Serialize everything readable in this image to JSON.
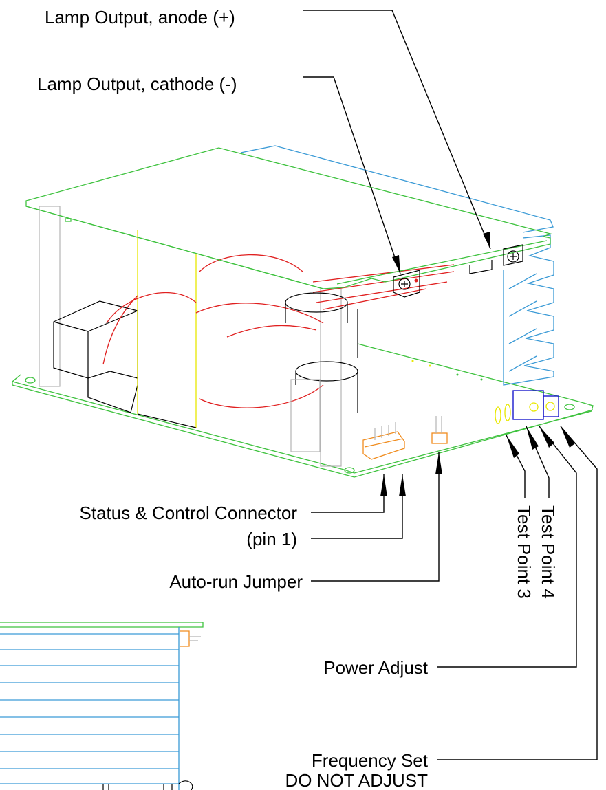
{
  "callouts": {
    "lamp_anode": "Lamp Output, anode (+)",
    "lamp_cathode": "Lamp Output, cathode (-)",
    "status_connector": "Status & Control Connector",
    "pin1": "(pin 1)",
    "autorun": "Auto-run Jumper",
    "test_point_4": "Test Point 4",
    "test_point_3": "Test Point 3",
    "power_adjust": "Power Adjust",
    "freq_set": "Frequency Set",
    "do_not_adjust": "DO NOT ADJUST"
  },
  "colors": {
    "pcb_outline": "#3ec23e",
    "heatsink": "#3a9ad6",
    "toroid_winding": "#e02020",
    "connector": "#f08c1e",
    "test_point": "#e8e800",
    "potentiometer": "#1a1acc"
  }
}
